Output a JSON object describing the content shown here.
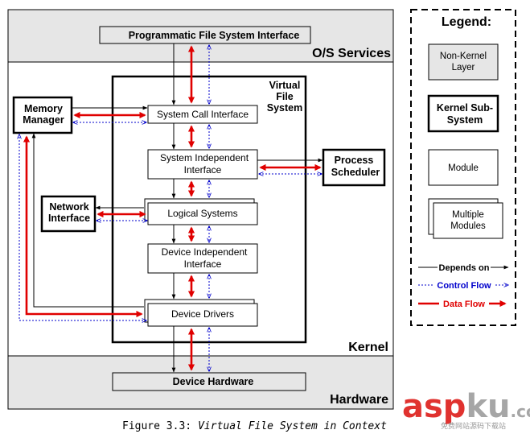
{
  "layers": {
    "os_services": "O/S Services",
    "kernel": "Kernel",
    "hardware": "Hardware"
  },
  "boxes": {
    "pfsi": "Programmatic File System Interface",
    "vfs": [
      "Virtual",
      "File",
      "System"
    ],
    "memory_manager": [
      "Memory",
      "Manager"
    ],
    "network_interface": [
      "Network",
      "Interface"
    ],
    "process_scheduler": [
      "Process",
      "Scheduler"
    ],
    "syscall": "System Call Interface",
    "sys_indep": [
      "System Independent",
      "Interface"
    ],
    "logical": "Logical Systems",
    "dev_indep": [
      "Device Independent",
      "Interface"
    ],
    "drivers": "Device Drivers",
    "hardware": "Device Hardware"
  },
  "legend": {
    "title": "Legend:",
    "non_kernel": [
      "Non-Kernel",
      "Layer"
    ],
    "kernel_sub": [
      "Kernel Sub-",
      "System"
    ],
    "module": "Module",
    "multiple": [
      "Multiple",
      "Modules"
    ],
    "depends": "Depends on",
    "control": "Control Flow",
    "data": "Data Flow"
  },
  "caption": {
    "prefix": "Figure 3.3:",
    "title": "Virtual File System in Context"
  },
  "watermark": {
    "main": [
      "asp",
      "ku",
      ".com"
    ],
    "sub": "免费网站源码下载站"
  },
  "colors": {
    "layer_fill": "#e6e6e6",
    "data_flow": "#e00000",
    "control_flow": "#0000cc",
    "depends": "#000000",
    "wm_red": "#e0322f",
    "wm_gray": "#a6a6a6"
  }
}
